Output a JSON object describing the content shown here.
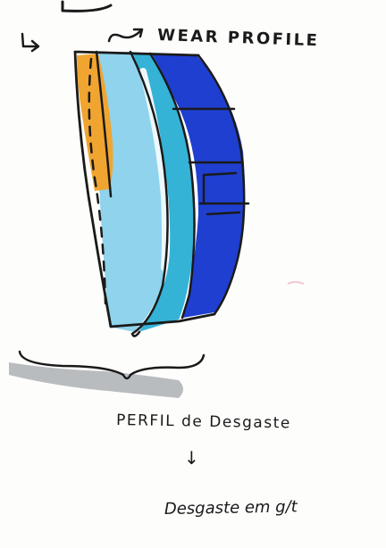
{
  "labels": {
    "wear_profile": "WEAR PROFILE",
    "perfil": "PERFIL de Desgaste",
    "arrow_down": "↓",
    "desgaste": "Desgaste em g/t"
  },
  "colors": {
    "ink": "#1a1a1a",
    "orange": "#f0a530",
    "light_blue": "#8fd3ec",
    "mid_blue": "#35b3d6",
    "dark_blue": "#1f3fd0",
    "shadow_gray": "#b9bcbf"
  }
}
